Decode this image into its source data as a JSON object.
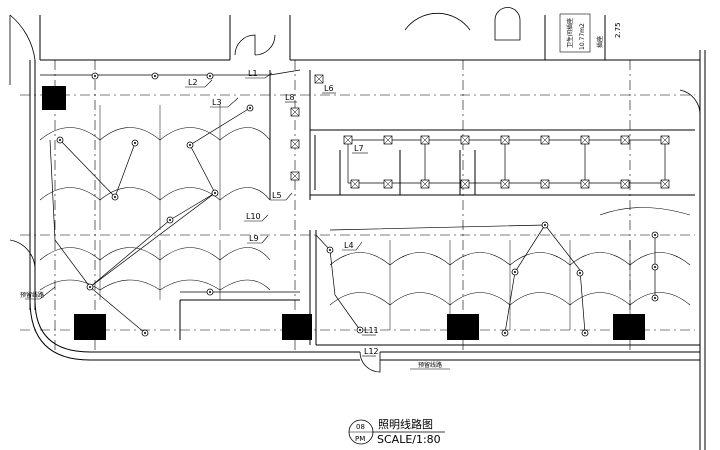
{
  "title": {
    "sheet_number": "08",
    "sheet_unit": "PM",
    "name": "照明线路图",
    "scale": "SCALE/1:80"
  },
  "circuit_labels": [
    "L1",
    "L2",
    "L3",
    "L6",
    "L8",
    "L5",
    "L7",
    "L10",
    "L9",
    "L4",
    "L11",
    "L12"
  ],
  "notes": {
    "reserved_left": "预留线路",
    "reserved_bottom": "预留线路"
  },
  "corner_text": {
    "vertical_a": "卫生间插座",
    "vertical_b": "插座",
    "dim": "2.75",
    "area": "10.77m2"
  }
}
